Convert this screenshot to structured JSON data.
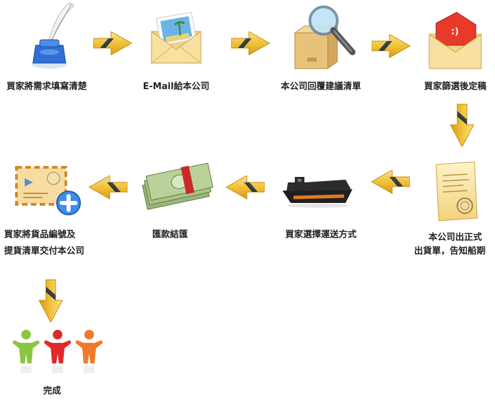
{
  "steps": [
    {
      "label": "買家將需求填寫清楚",
      "icon": "ink-quill-icon"
    },
    {
      "label": "E-Mail給本公司",
      "icon": "envelope-photo-icon"
    },
    {
      "label": "本公司回覆建議清單",
      "icon": "box-magnifier-icon"
    },
    {
      "label": "買家篩選後定稿",
      "icon": "red-envelope-icon"
    },
    {
      "label_line1": "本公司出正式",
      "label_line2": "出貨單，告知船期",
      "icon": "certificate-document-icon"
    },
    {
      "label": "買家選擇運送方式",
      "icon": "cargo-ship-icon"
    },
    {
      "label": "匯款結匯",
      "icon": "money-stack-icon"
    },
    {
      "label_line1": "買家將貨品編號及",
      "label_line2": "提貨清單交付本公司",
      "icon": "mail-plus-icon"
    },
    {
      "label": "完成",
      "icon": "people-group-icon"
    }
  ]
}
